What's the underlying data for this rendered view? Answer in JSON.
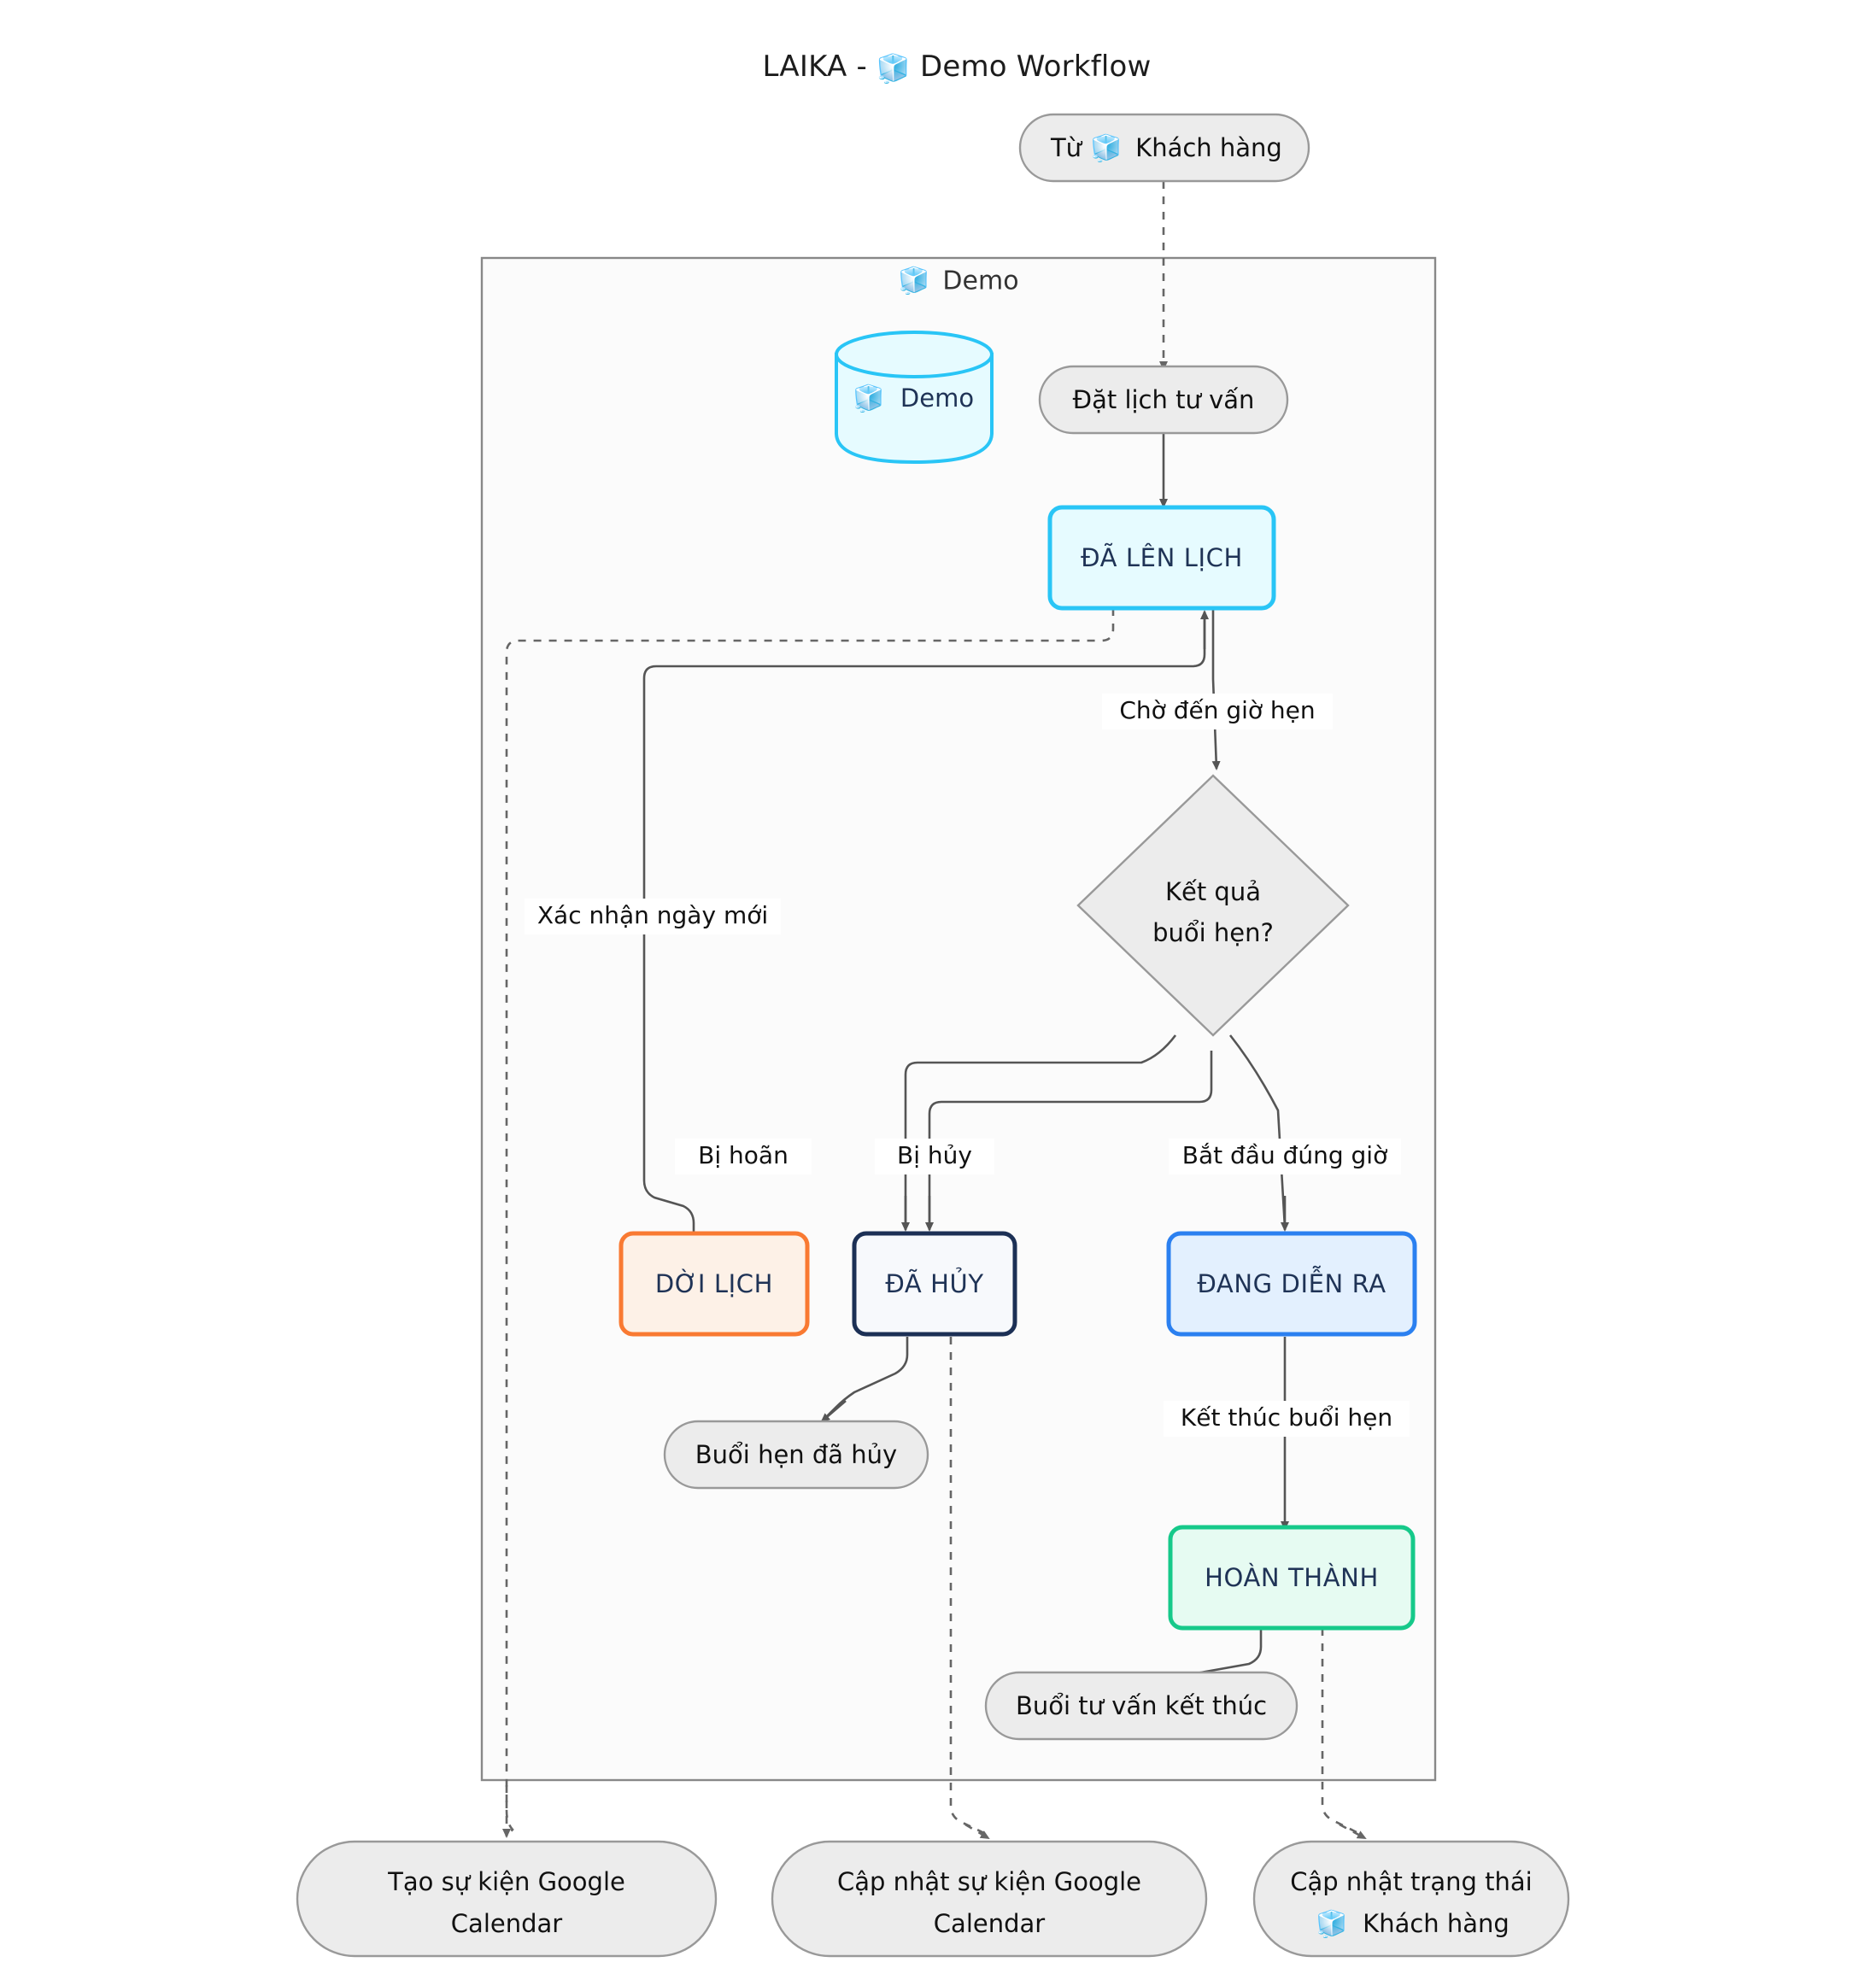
{
  "title": {
    "prefix": "LAIKA - ",
    "icon": "ice-cube-icon",
    "icon_glyph": "■",
    "suffix": "Demo Workflow",
    "full": "LAIKA - 🧊 Demo Workflow"
  },
  "subgraph": {
    "label": "Demo",
    "icon": "ice-cube-icon",
    "border_color": "#888888",
    "fill_color": "#fbfbfb"
  },
  "nodes": {
    "source_customer": {
      "label": "Từ 🧊 Khách hàng",
      "text_before": "Từ",
      "text_after": "Khách hàng",
      "shape": "stadium",
      "fill": "#ececec",
      "stroke": "#999999"
    },
    "database_demo": {
      "label": "Demo",
      "shape": "cylinder",
      "fill": "#e6fbff",
      "stroke": "#29c5f6"
    },
    "book_consult": {
      "label": "Đặt lịch tư vấn",
      "shape": "stadium",
      "fill": "#ececec",
      "stroke": "#999999"
    },
    "scheduled": {
      "label": "ĐÃ LÊN LỊ CH",
      "display": "ĐÃ LÊN LỊCH",
      "shape": "rounded-rect",
      "fill": "#e6fbff",
      "stroke": "#29c5f6"
    },
    "decision": {
      "line1": "Kết quả",
      "line2": "buổi hẹn?",
      "shape": "diamond",
      "fill": "#ececec",
      "stroke": "#999999"
    },
    "rescheduled": {
      "label": "DỜI LỊCH",
      "shape": "rounded-rect",
      "fill": "#fdf1e7",
      "stroke": "#f97a32"
    },
    "cancelled": {
      "label": "ĐÃ HỦY",
      "shape": "rounded-rect",
      "fill": "#f7f9fc",
      "stroke": "#1c3055"
    },
    "in_progress": {
      "label": "ĐANG DIỄN RA",
      "shape": "rounded-rect",
      "fill": "#e3f0fe",
      "stroke": "#2b80f0"
    },
    "completed": {
      "label": "HOÀN THÀNH",
      "shape": "rounded-rect",
      "fill": "#e6fbf2",
      "stroke": "#16c98a"
    },
    "appointment_cancelled": {
      "label": "Buổi hẹn đã hủy",
      "shape": "stadium",
      "fill": "#ececec",
      "stroke": "#999999"
    },
    "consult_finished": {
      "label": "Buổi tư vấn kết thúc",
      "shape": "stadium",
      "fill": "#ececec",
      "stroke": "#999999"
    },
    "create_gcal": {
      "line1": "Tạo sự kiện Google",
      "line2": "Calendar",
      "shape": "stadium",
      "fill": "#ececec",
      "stroke": "#999999"
    },
    "update_gcal": {
      "line1": "Cập nhật sự kiện Google",
      "line2": "Calendar",
      "shape": "stadium",
      "fill": "#ececec",
      "stroke": "#999999"
    },
    "update_customer_status": {
      "line1": "Cập nhật trạng thái",
      "line2": "🧊 Khách hàng",
      "line2_text": "Khách hàng",
      "shape": "stadium",
      "fill": "#ececec",
      "stroke": "#999999"
    }
  },
  "edge_labels": {
    "wait_appointment": "Chờ đến giờ hẹn",
    "confirm_new_date": "Xác nhận ngày mới",
    "postponed": "Bị hoãn",
    "cancelled": "Bị hủy",
    "start_on_time": "Bắt đầu đúng giờ",
    "end_appointment": "Kết thúc buổi hẹn"
  },
  "colors": {
    "edge": "#555555",
    "edge_dotted": "#666666",
    "arrow": "#555555",
    "background": "#ffffff",
    "state_text": "#1f3356"
  }
}
